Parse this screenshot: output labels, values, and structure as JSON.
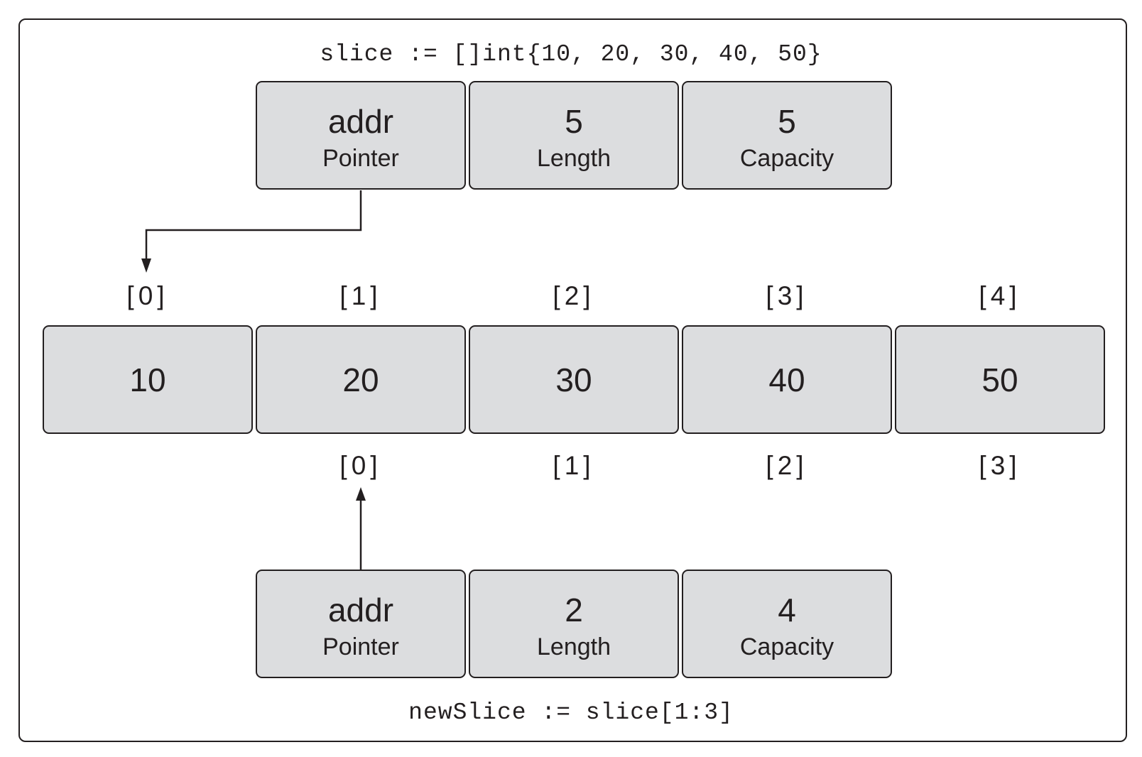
{
  "code": {
    "declaration": "slice := []int{10, 20, 30, 40, 50}",
    "reslice": "newSlice := slice[1:3]"
  },
  "slice_header": {
    "pointer": {
      "value": "addr",
      "label": "Pointer"
    },
    "length": {
      "value": "5",
      "label": "Length"
    },
    "capacity": {
      "value": "5",
      "label": "Capacity"
    }
  },
  "array": {
    "values": [
      "10",
      "20",
      "30",
      "40",
      "50"
    ],
    "indices": [
      "[0]",
      "[1]",
      "[2]",
      "[3]",
      "[4]"
    ]
  },
  "new_slice_indices": [
    "[0]",
    "[1]",
    "[2]",
    "[3]"
  ],
  "new_slice_header": {
    "pointer": {
      "value": "addr",
      "label": "Pointer"
    },
    "length": {
      "value": "2",
      "label": "Length"
    },
    "capacity": {
      "value": "4",
      "label": "Capacity"
    }
  },
  "colors": {
    "box_fill": "#dcdddf",
    "stroke": "#231f20"
  }
}
